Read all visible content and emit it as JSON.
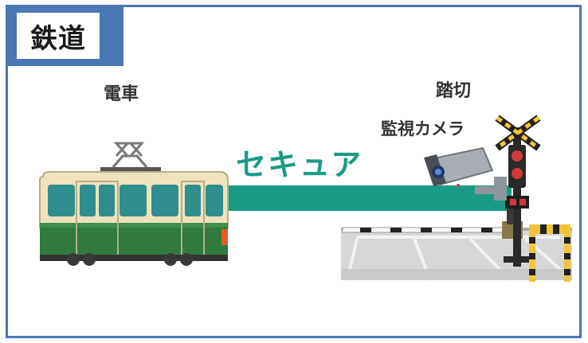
{
  "section": {
    "title": "鉄道"
  },
  "labels": {
    "train": "電車",
    "crossing": "踏切",
    "camera": "監視カメラ",
    "link": "セキュア"
  },
  "colors": {
    "frame": "#4a78b4",
    "secure_band": "#1a9b86",
    "train_cream": "#efe3bd",
    "train_green": "#2f7a3c",
    "train_window": "#2f8f8f",
    "camera_body": "#9aa0a8"
  },
  "icons": {
    "train": "tram-icon",
    "camera": "cctv-camera-icon",
    "crossing": "railway-crossing-icon",
    "barrier": "crossing-barrier-icon"
  }
}
